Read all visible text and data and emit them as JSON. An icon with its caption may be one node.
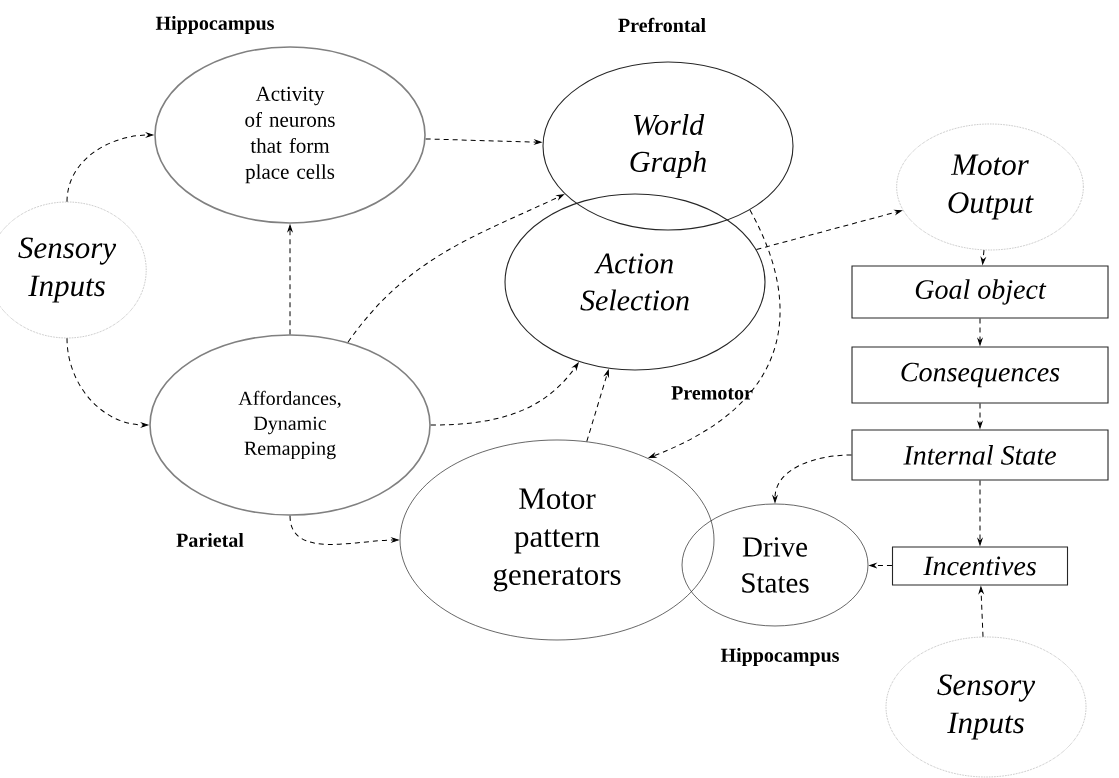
{
  "diagram": {
    "nodes": [
      {
        "text": [
          "Activity of neurons that form place cells"
        ]
      },
      {
        "text": [
          "Sensory Inputs"
        ]
      },
      {
        "text": [
          "Affordances, Dynamic Remapping"
        ]
      },
      {
        "text": [
          "World Graph"
        ]
      },
      {
        "text": [
          "Action Selection"
        ]
      },
      {
        "text": [
          "Motor Output"
        ]
      },
      {
        "text": [
          "Goal object"
        ]
      },
      {
        "text": [
          "Consequences"
        ]
      },
      {
        "text": [
          "Internal State"
        ]
      },
      {
        "text": [
          "Incentives"
        ]
      },
      {
        "text": [
          "Motor pattern generators"
        ]
      },
      {
        "text": [
          "Drive States"
        ]
      },
      {
        "text": [
          "Sensory Inputs"
        ]
      }
    ],
    "edges": [
      {
        "from": 1,
        "to": 0,
        "arrow": "to",
        "style": "dashed"
      },
      {
        "from": 1,
        "to": 2,
        "arrow": "to",
        "style": "dashed"
      },
      {
        "from": 2,
        "to": 0,
        "arrow": "to",
        "style": "dashed"
      },
      {
        "from": 0,
        "to": 3,
        "arrow": "to",
        "style": "dashed"
      },
      {
        "from": 2,
        "to": 3,
        "arrow": "to",
        "style": "dashed"
      },
      {
        "from": 2,
        "to": 4,
        "arrow": "to",
        "style": "dashed"
      },
      {
        "from": 10,
        "to": 4,
        "arrow": "to",
        "style": "dashed"
      },
      {
        "from": 3,
        "to": 10,
        "arrow": "to",
        "style": "dashed"
      },
      {
        "from": 4,
        "to": 5,
        "arrow": "to",
        "style": "dashed"
      },
      {
        "from": 5,
        "to": 6,
        "arrow": "to",
        "style": "dashed"
      },
      {
        "from": 6,
        "to": 7,
        "arrow": "to",
        "style": "dashed"
      },
      {
        "from": 7,
        "to": 8,
        "arrow": "to",
        "style": "dashed"
      },
      {
        "from": 8,
        "to": 11,
        "arrow": "to",
        "style": "dashed"
      },
      {
        "from": 8,
        "to": 9,
        "arrow": "to",
        "style": "dashed"
      },
      {
        "from": 9,
        "to": 11,
        "arrow": "to",
        "style": "dashed"
      },
      {
        "from": 12,
        "to": 9,
        "arrow": "to",
        "style": "dashed"
      },
      {
        "from": 2,
        "to": 10,
        "arrow": "to",
        "style": "dashed"
      }
    ],
    "labels": [
      "Hippocampus",
      "Prefrontal",
      "Parietal",
      "Premotor",
      "Hippocampus"
    ]
  }
}
